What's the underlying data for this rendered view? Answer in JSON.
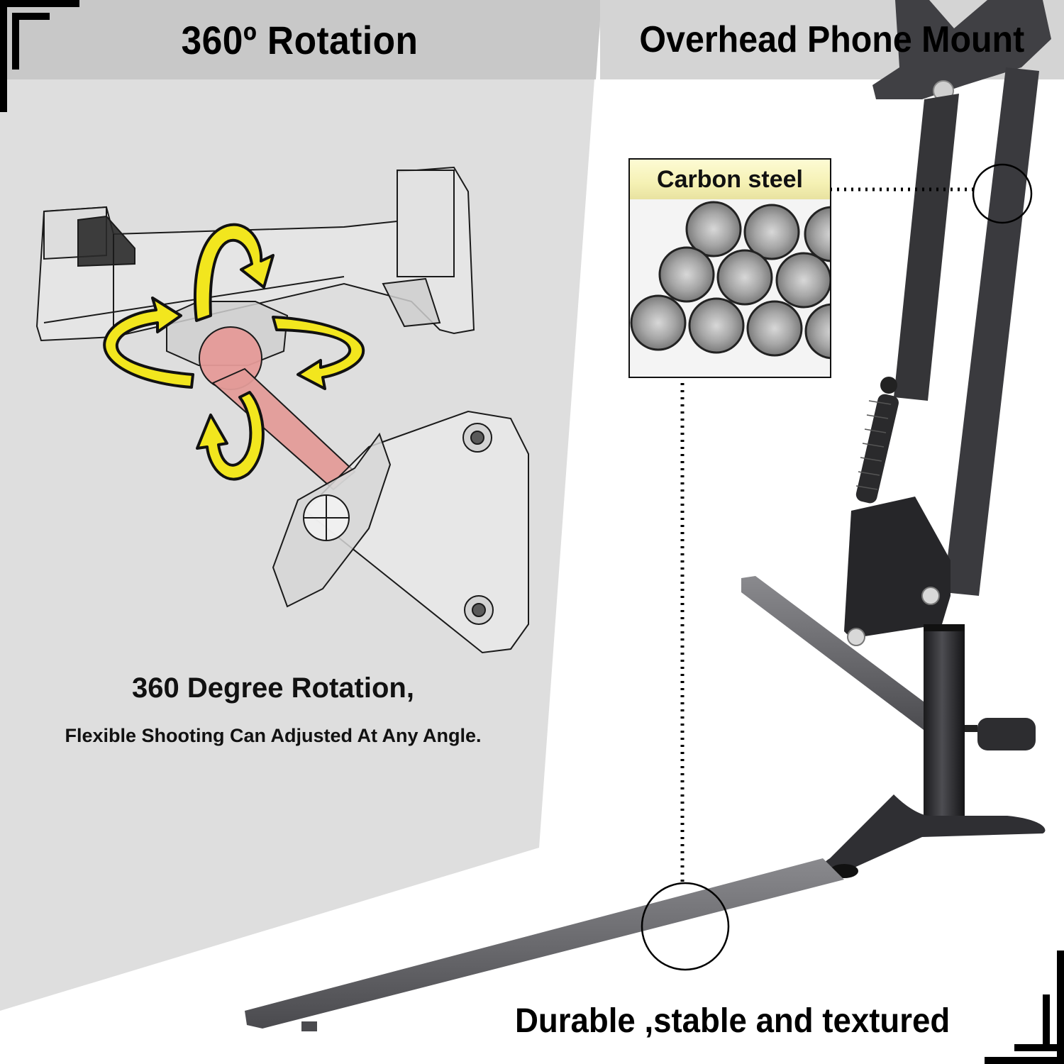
{
  "header_left": {
    "title": "360º Rotation"
  },
  "header_right": {
    "title": "Overhead Phone Mount"
  },
  "rotation_caption": {
    "title": "360 Degree Rotation,",
    "subtitle": "Flexible Shooting Can Adjusted At Any Angle."
  },
  "material_callout": {
    "label": "Carbon steel",
    "icon": "steel-rods-image"
  },
  "bottom_caption": {
    "title": "Durable ,stable and textured"
  },
  "illustrations": {
    "ball_joint": "phone-clamp-ball-joint-diagram",
    "stand": "overhead-phone-mount-stand",
    "rotation_arrows": [
      "vertical-rotation-arrow-top",
      "horizontal-rotation-arrow",
      "vertical-rotation-arrow-bottom"
    ]
  },
  "colors": {
    "header_band": "#c8c8c8",
    "left_panel": "#dedede",
    "arrow_yellow": "#f2e61e",
    "ball_red": "#e59a98",
    "stand_dark": "#3a3a3d",
    "label_yellow": "#f6f2b8"
  }
}
